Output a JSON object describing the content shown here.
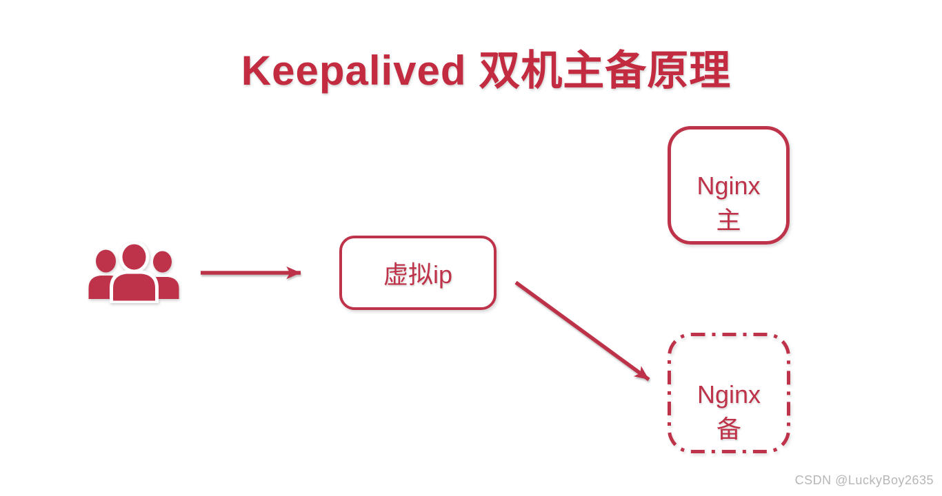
{
  "title": "Keepalived 双机主备原理",
  "colors": {
    "red": "#BE3349",
    "title-red": "#C22B40",
    "watermark-gray": "#B6B6B6",
    "background": "#FFFFFF"
  },
  "nodes": {
    "virtual_ip": {
      "label": "虚拟ip"
    },
    "nginx_master": {
      "line1": "Nginx",
      "line2": "主"
    },
    "nginx_backup": {
      "line1": "Nginx",
      "line2": "备"
    }
  },
  "icons": {
    "users": "users-group-icon"
  },
  "watermark": {
    "text": "CSDN @LuckyBoy2635"
  }
}
